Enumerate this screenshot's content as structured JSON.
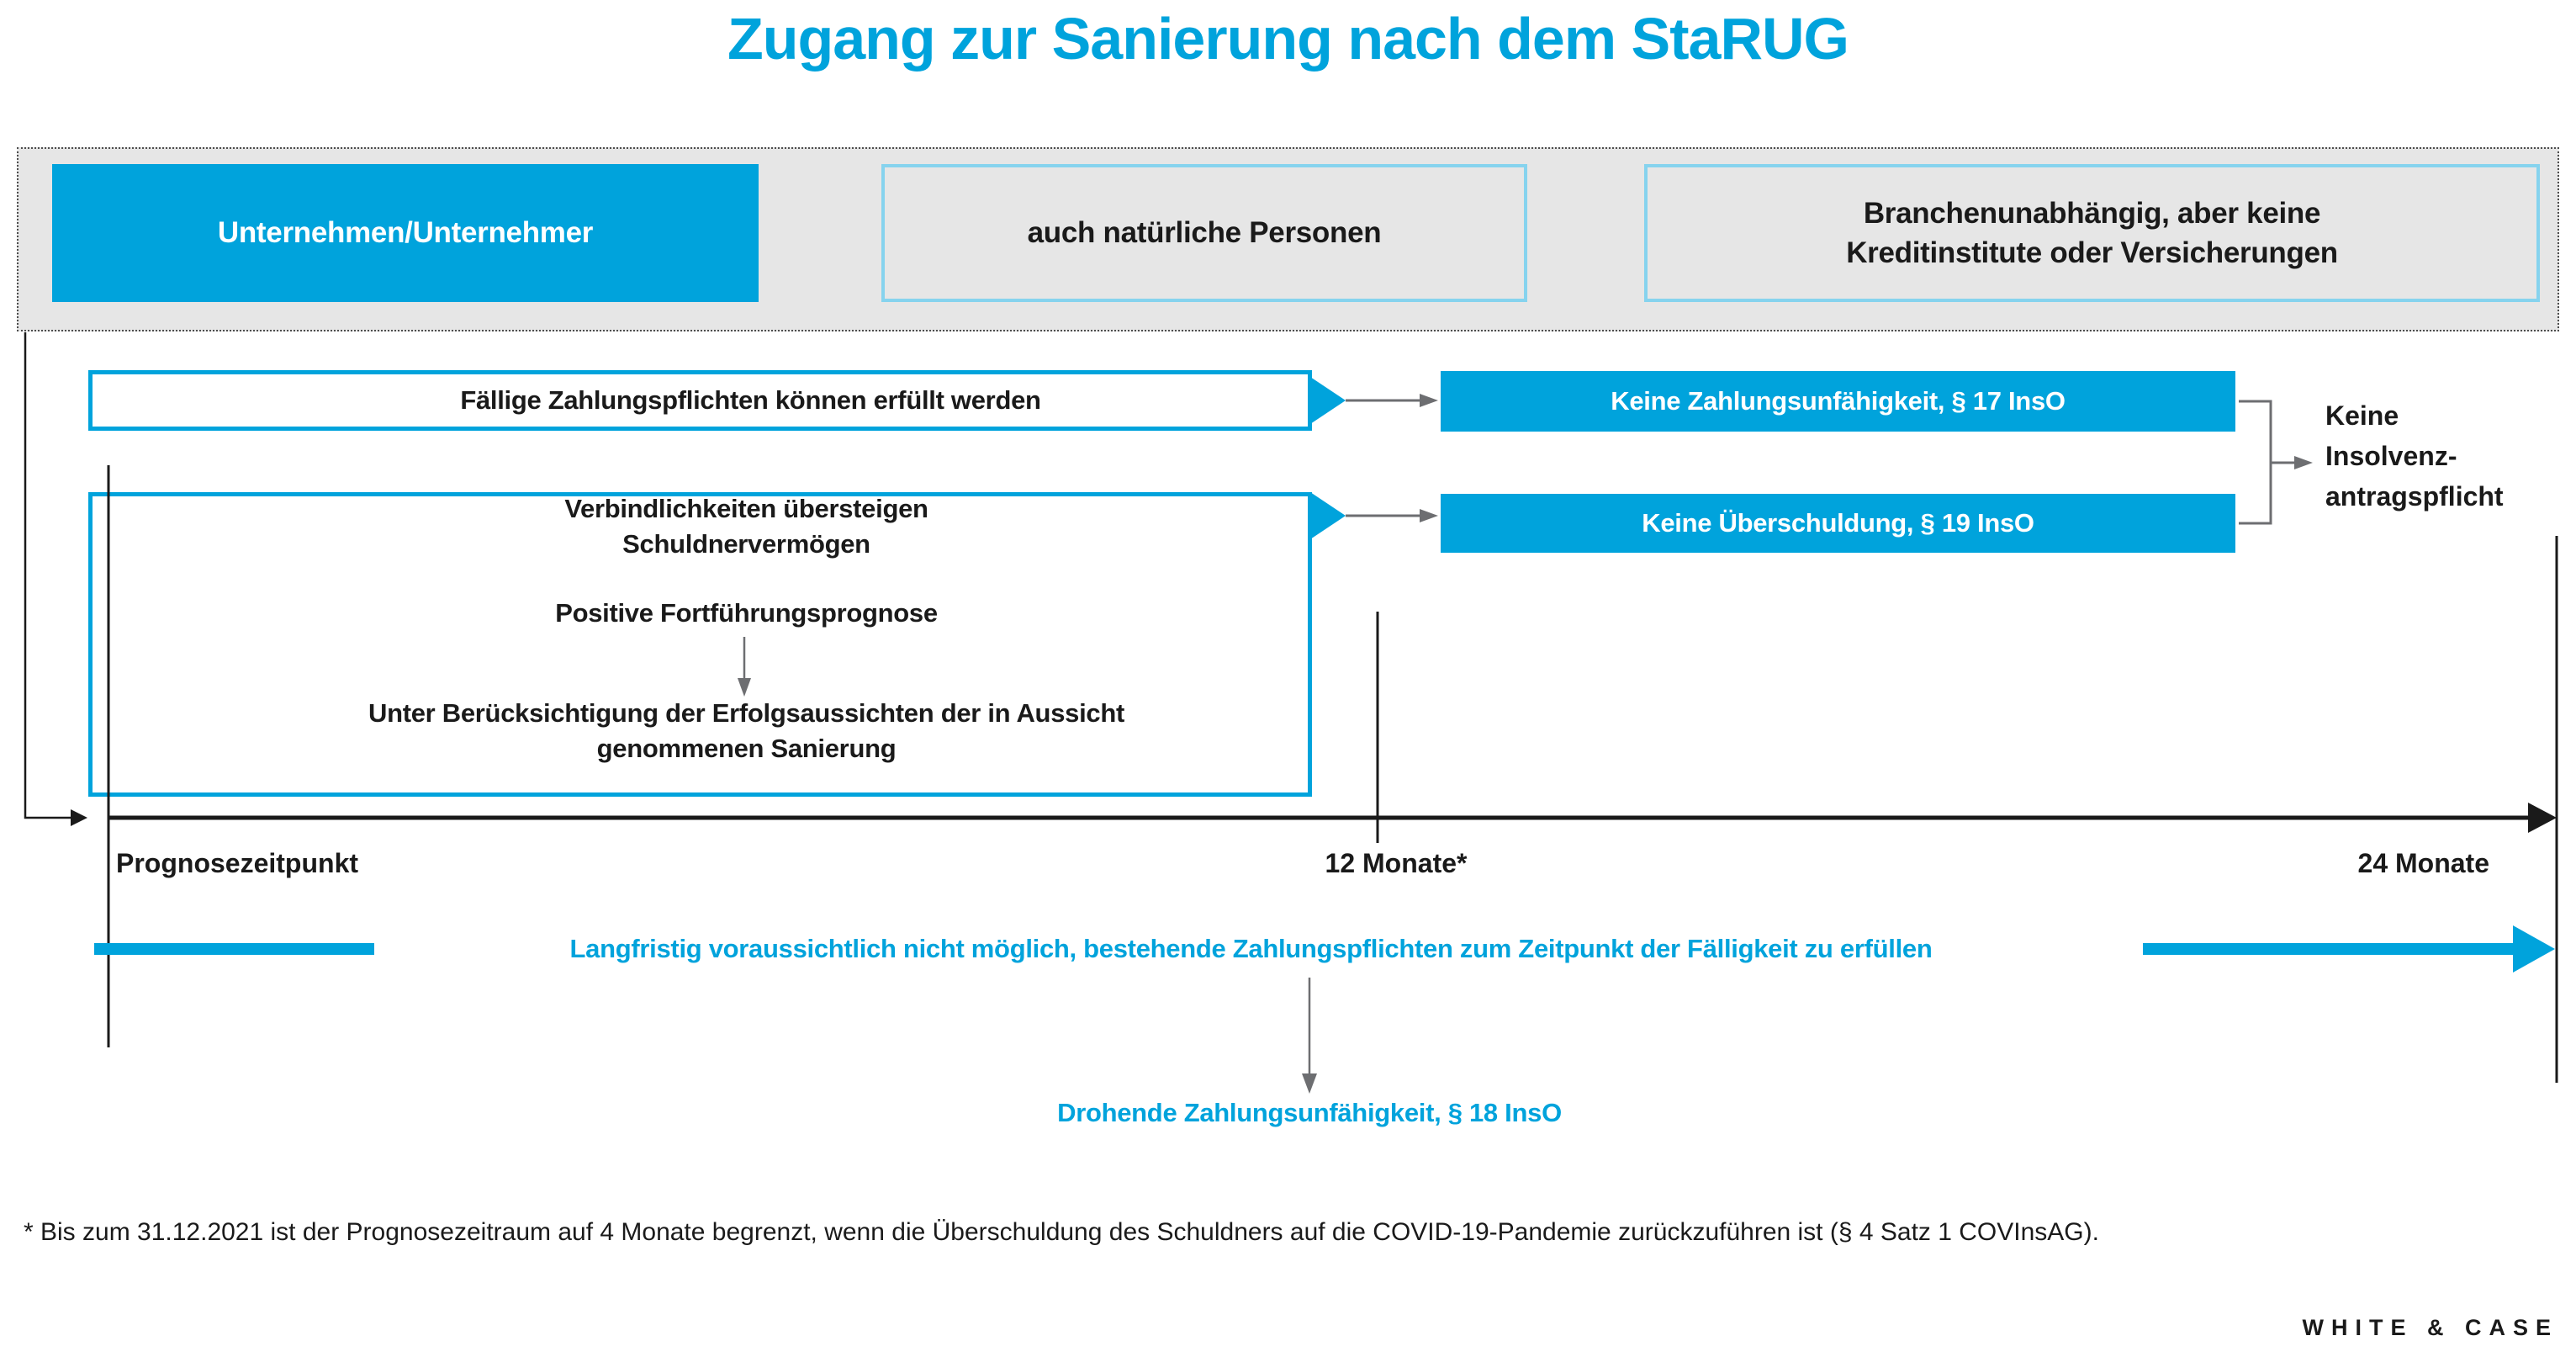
{
  "title": "Zugang zur Sanierung nach dem StaRUG",
  "colors": {
    "accent_cyan": "#00A3DC",
    "light_cyan_border": "#86D3EE",
    "container_gray": "#E6E6E6",
    "connector_gray": "#6D6E71",
    "text_black": "#1A1A1A"
  },
  "eligibility": {
    "entity": "Unternehmen/Unternehmer",
    "natural_persons": "auch natürliche Personen",
    "industry": {
      "lines": [
        "Branchenunabhängig, aber keine",
        "Kreditinstitute oder Versicherungen"
      ]
    }
  },
  "liquidity": {
    "condition": "Fällige Zahlungspflichten können erfüllt werden",
    "result": "Keine Zahlungsunfähigkeit, § 17 InsO"
  },
  "overindebtedness": {
    "condition_lines": [
      "Verbindlichkeiten übersteigen",
      "Schuldnervermögen"
    ],
    "prognosis": "Positive Fortführungsprognose",
    "consideration_lines": [
      "Unter Berücksichtigung der Erfolgsaussichten der in Aussicht",
      "genommenen Sanierung"
    ],
    "result": "Keine Überschuldung, § 19 InsO"
  },
  "outcome": {
    "lines": [
      "Keine",
      "Insolvenz-",
      "antragspflicht"
    ]
  },
  "timeline": {
    "start_label": "Prognosezeitpunkt",
    "mid_label": "12 Monate*",
    "end_label": "24 Monate"
  },
  "impending_insolvency": {
    "arrow_text": "Langfristig voraussichtlich nicht möglich, bestehende Zahlungspflichten zum Zeitpunkt der Fälligkeit zu erfüllen",
    "result": "Drohende Zahlungsunfähigkeit, § 18 InsO"
  },
  "footnote": "* Bis zum 31.12.2021 ist der Prognosezeitraum auf 4 Monate begrenzt, wenn die Überschuldung des Schuldners auf die COVID-19-Pandemie zurückzuführen ist (§ 4 Satz 1 COVInsAG).",
  "logo": "WHITE & CASE"
}
